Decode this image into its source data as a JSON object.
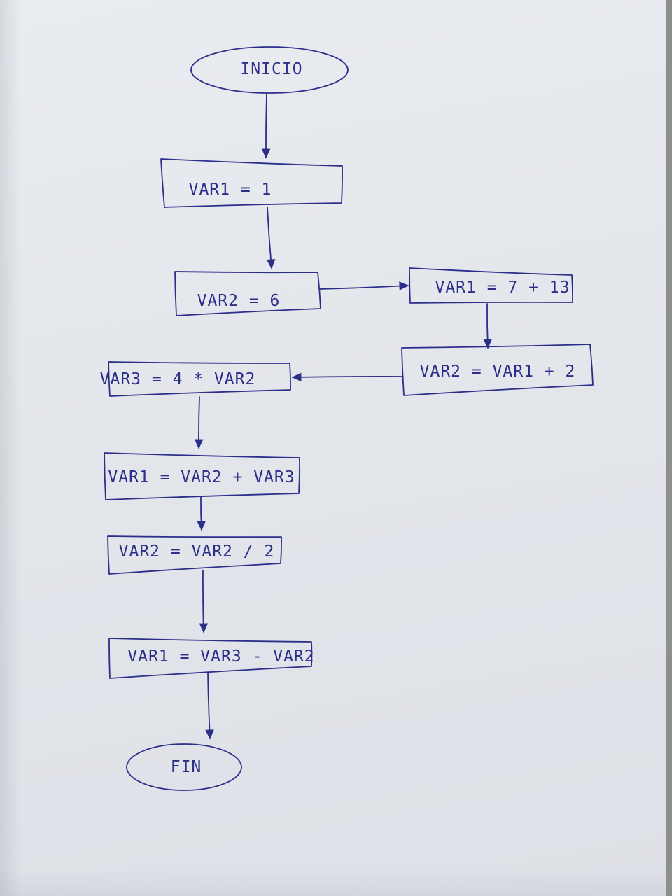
{
  "diagram": {
    "nodes": [
      {
        "id": "inicio",
        "shape": "terminal",
        "label": "INICIO"
      },
      {
        "id": "n1",
        "shape": "process",
        "label": "VAR1 = 1"
      },
      {
        "id": "n2",
        "shape": "process",
        "label": "VAR2 = 6"
      },
      {
        "id": "n3",
        "shape": "process",
        "label": "VAR1 = 7 + 13"
      },
      {
        "id": "n4",
        "shape": "process",
        "label": "VAR2 = VAR1 + 2"
      },
      {
        "id": "n5",
        "shape": "process",
        "label": "VAR3 = 4 * VAR2"
      },
      {
        "id": "n6",
        "shape": "process",
        "label": "VAR1 = VAR2 + VAR3"
      },
      {
        "id": "n7",
        "shape": "process",
        "label": "VAR2 = VAR2 / 2"
      },
      {
        "id": "n8",
        "shape": "process",
        "label": "VAR1 = VAR3 - VAR2"
      },
      {
        "id": "fin",
        "shape": "terminal",
        "label": "FIN"
      }
    ],
    "edges": [
      {
        "from": "inicio",
        "to": "n1"
      },
      {
        "from": "n1",
        "to": "n2"
      },
      {
        "from": "n2",
        "to": "n3"
      },
      {
        "from": "n3",
        "to": "n4"
      },
      {
        "from": "n4",
        "to": "n5"
      },
      {
        "from": "n5",
        "to": "n6"
      },
      {
        "from": "n6",
        "to": "n7"
      },
      {
        "from": "n7",
        "to": "n8"
      },
      {
        "from": "n8",
        "to": "fin"
      }
    ],
    "ink_color": "#2c2f8a",
    "paper_color": "#e6e9ee"
  }
}
